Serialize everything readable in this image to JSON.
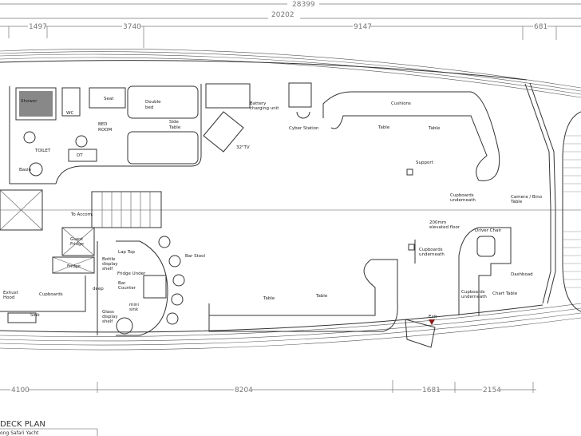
{
  "title": "DECK PLAN",
  "subtitle": "ong Safari Yacht",
  "dimensions": {
    "overall": "28399",
    "inner": "20202",
    "top_chain": [
      "1497",
      "3740",
      "9147",
      "681"
    ],
    "bottom_chain": [
      "4100",
      "8204",
      "1681",
      "2154"
    ]
  },
  "labels": {
    "shower": "Shower",
    "wc": "WC",
    "seat": "Seat",
    "double_bed": [
      "Double",
      "bed"
    ],
    "bedroom": [
      "BED",
      "ROOM"
    ],
    "side_table": [
      "Side",
      "Table"
    ],
    "toilet": "TOILET",
    "dt": "DT",
    "basin": "Basin",
    "tv": "32\"TV",
    "battery": [
      "Battery",
      "charging unit"
    ],
    "cyber_station": "Cyber Station",
    "cushions": "Cushions",
    "table_a": "Table",
    "table_b": "Table",
    "support": "Support",
    "cupboards_fwd": [
      "Cupboards",
      "underneath"
    ],
    "camera_table": [
      "Camera / Bino",
      "Table"
    ],
    "to_accom": "To Accom.",
    "elevated_floor": [
      "200mm",
      "elevated floor"
    ],
    "driver_chair": "Driver Chair",
    "guest_fridge": [
      "Guest",
      "Fridge"
    ],
    "lap_top": "Lap Top",
    "bar_stool": "Bar Stool",
    "bottle_shelf": [
      "Bottle",
      "display",
      "shelf"
    ],
    "fridge": "Fridge",
    "fridge_under": "Fridge Under",
    "cupboards_mid": [
      "Cupboards",
      "underneath"
    ],
    "bar_counter": [
      "Bar",
      "Counter"
    ],
    "exhaust_hood": [
      "Exhust",
      "Hood"
    ],
    "cupboards_galley": "Cupboards",
    "deep": "deep",
    "dashboard": "Dashboad",
    "table_c": "Table",
    "table_d": "Table",
    "chart_table": "Chart Table",
    "cupboards_helm": [
      "Cupboards",
      "underneath"
    ],
    "mini_sink": [
      "mini",
      "sink"
    ],
    "glass_shelf": [
      "Glass",
      "display",
      "shelf"
    ],
    "sink": "Sink",
    "exit": "Exit"
  },
  "colors": {
    "line": "#333333",
    "dimension": "#777777",
    "exit_marker": "#8b1a1a"
  }
}
